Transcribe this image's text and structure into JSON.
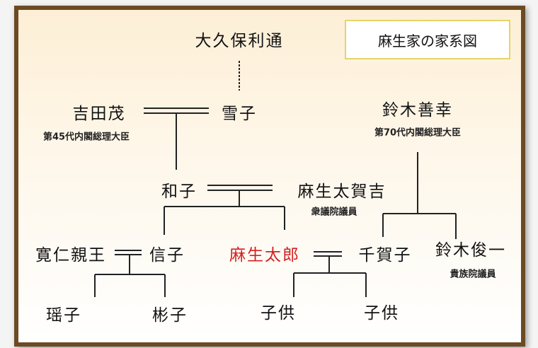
{
  "title": "麻生家の家系図",
  "people": {
    "okubo": "大久保利通",
    "yoshida": "吉田茂",
    "yoshida_note": "第45代内閣総理大臣",
    "yukiko": "雪子",
    "suzuki_zenko": "鈴木善幸",
    "suzuki_zenko_note": "第70代内閣総理大臣",
    "kazuko": "和子",
    "aso_takakichi": "麻生太賀吉",
    "aso_takakichi_note": "衆議院議員",
    "tomohito": "寛仁親王",
    "nobuko": "信子",
    "aso_taro": "麻生太郎",
    "chikako": "千賀子",
    "suzuki_shunichi": "鈴木俊一",
    "suzuki_shunichi_note": "貴族院議員",
    "yoko": "瑶子",
    "akiko": "彬子",
    "child1": "子供",
    "child2": "子供"
  },
  "colors": {
    "frame": "#6b4a24",
    "highlight": "#d42020",
    "title_border": "#e6d36a"
  }
}
